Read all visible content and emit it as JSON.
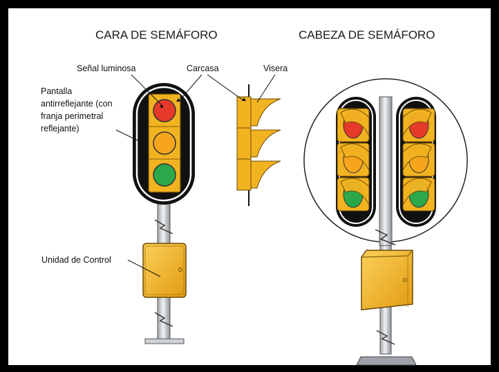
{
  "titles": {
    "left": "CARA DE SEMÁFORO",
    "right": "CABEZA DE SEMÁFORO"
  },
  "labels": {
    "senal": "Señal luminosa",
    "carcasa": "Carcasa",
    "visera": "Visera",
    "pantalla": [
      "Pantalla",
      "antirreflejante (con",
      "franja perimetral",
      "reflejante)"
    ],
    "unidad": "Unidad de Control"
  },
  "colors": {
    "housing": "#f2b321",
    "housing_dark": "#c8870c",
    "red_lamp": "#e53a2a",
    "amber_lamp": "#f7a51c",
    "green_lamp": "#2aa84a",
    "backplate": "#111111",
    "pole": "#cfd2d6"
  }
}
